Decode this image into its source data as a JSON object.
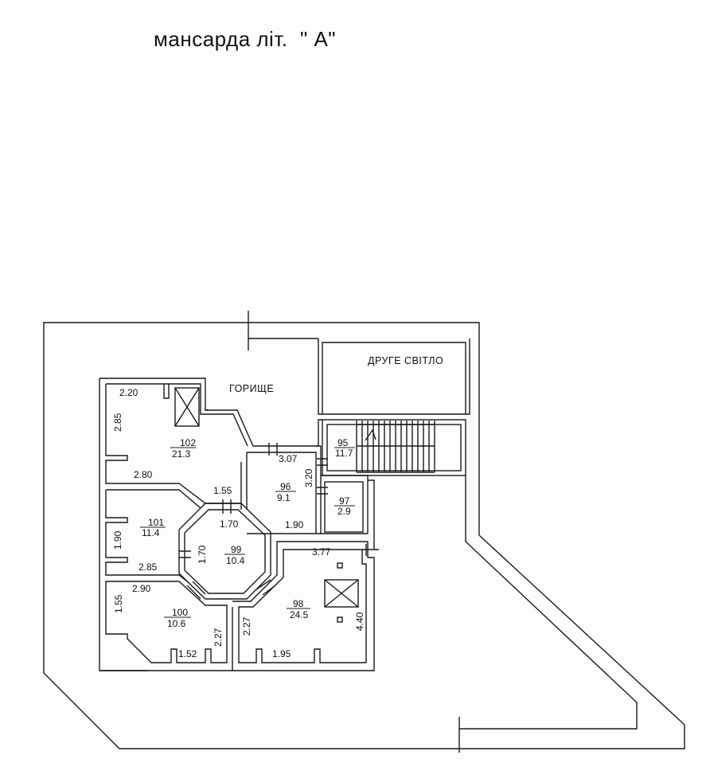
{
  "title": "мансарда літ.  \" А\"",
  "labels": {
    "attic": "ГОРИЩЕ",
    "second_light": "ДРУГЕ СВІТЛО"
  },
  "rooms": [
    {
      "number": "102",
      "area": "21.3"
    },
    {
      "number": "95",
      "area": "11.7"
    },
    {
      "number": "96",
      "area": "9.1"
    },
    {
      "number": "97",
      "area": "2.9"
    },
    {
      "number": "101",
      "area": "11.4"
    },
    {
      "number": "99",
      "area": "10.4"
    },
    {
      "number": "98",
      "area": "24.5"
    },
    {
      "number": "100",
      "area": "10.6"
    }
  ],
  "dimensions": [
    "2.20",
    "2.85",
    "2.80",
    "1.55",
    "3.07",
    "3.20",
    "1.70",
    "1.90",
    "1.90",
    "1.70",
    "2.85",
    "3.77",
    "2.90",
    "1.55",
    "2.27",
    "2.27",
    "4.40",
    "1.52",
    "1.95"
  ]
}
